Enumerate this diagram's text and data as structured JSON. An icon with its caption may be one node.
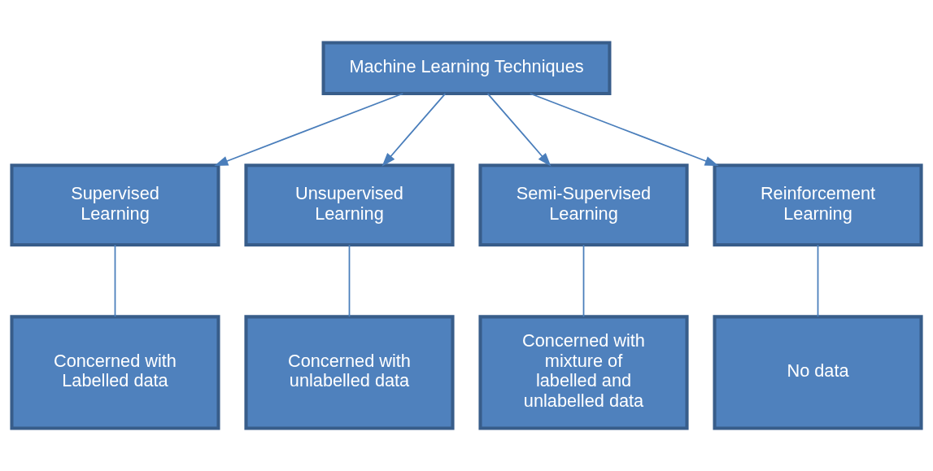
{
  "diagram": {
    "nodes": [
      {
        "text": [
          "Machine Learning Techniques"
        ]
      },
      {
        "text": [
          "Supervised Learning"
        ]
      },
      {
        "text": [
          "Unsupervised Learning"
        ]
      },
      {
        "text": [
          "Semi-Supervised Learning"
        ]
      },
      {
        "text": [
          "Reinforcement Learning"
        ]
      },
      {
        "text": [
          "Concerned with Labelled data"
        ]
      },
      {
        "text": [
          "Concerned with unlabelled data"
        ]
      },
      {
        "text": [
          "Concerned with mixture of labelled and unlabelled data"
        ]
      },
      {
        "text": [
          "No data"
        ]
      }
    ],
    "edges": [
      {
        "from": 0,
        "to": 1,
        "arrow": "to"
      },
      {
        "from": 0,
        "to": 2,
        "arrow": "to"
      },
      {
        "from": 0,
        "to": 3,
        "arrow": "to"
      },
      {
        "from": 0,
        "to": 4,
        "arrow": "to"
      },
      {
        "from": 1,
        "to": 5,
        "arrow": "none"
      },
      {
        "from": 2,
        "to": 6,
        "arrow": "none"
      },
      {
        "from": 3,
        "to": 7,
        "arrow": "none"
      },
      {
        "from": 4,
        "to": 8,
        "arrow": "none"
      }
    ]
  }
}
